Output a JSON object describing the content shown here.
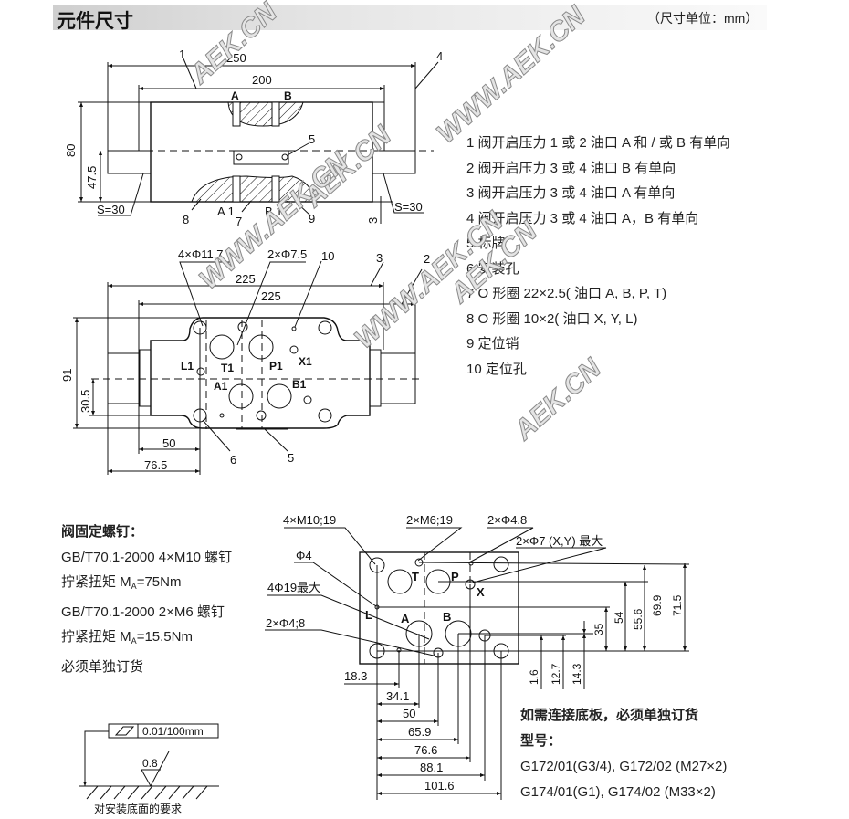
{
  "header": {
    "title": "元件尺寸",
    "unit_note": "（尺寸单位：mm）"
  },
  "watermarks": [
    "AEK.CN",
    "WWW.AEK.CN",
    "AEK.CN",
    "WWW.AEK.CN",
    "AEK.CN",
    "WWW.AEK.CN",
    "AEK.CN"
  ],
  "side_view": {
    "labels": [
      "1",
      "250",
      "200",
      "A",
      "B",
      "4",
      "80",
      "47.5",
      "5",
      "S=30",
      "S=30",
      "8",
      "A 1",
      "7",
      "B 1",
      "9",
      "3"
    ]
  },
  "top_view": {
    "labels": [
      "4×Φ11.7",
      "2×Φ7.5",
      "10",
      "3",
      "2",
      "225",
      "225",
      "91",
      "30.5",
      "L1",
      "T1",
      "P1",
      "X1",
      "A1",
      "B1",
      "50",
      "76.5",
      "6",
      "5"
    ]
  },
  "legend": [
    "1  阀开启压力 1 或 2 油口 A 和 / 或 B 有单向",
    "2  阀开启压力 3 或 4 油口 B 有单向",
    "3  阀开启压力 3 或 4 油口 A 有单向",
    "4  阀开启压力 3 或 4 油口 A，B 有单向",
    "5  标牌",
    "6  安装孔",
    "7  O 形圈 22×2.5( 油口 A, B, P, T)",
    "8  O 形圈 10×2( 油口 X, Y, L)",
    "9   定位销",
    "10 定位孔"
  ],
  "screws": {
    "title": "阀固定螺钉：",
    "line1": "GB/T70.1-2000   4×M10 螺钉",
    "torque1_prefix": "拧紧扭矩 M",
    "torque1_sub": "A",
    "torque1_value": "=75Nm",
    "line2": "GB/T70.1-2000   2×M6 螺钉",
    "torque2_prefix": "拧紧扭矩 M",
    "torque2_sub": "A",
    "torque2_value": "=15.5Nm",
    "note": "必须单独订货"
  },
  "surface": {
    "flatness": "0.01/100mm",
    "roughness": "0.8",
    "caption": "对安装底面的要求"
  },
  "interface_view": {
    "callouts": [
      "4×M10;19",
      "2×M6;19",
      "2×Φ4.8",
      "2×Φ7 (X,Y) 最大",
      "Φ4",
      "4Φ19最大",
      "2×Φ4;8"
    ],
    "ports": [
      "T",
      "P",
      "X",
      "L",
      "A",
      "B"
    ],
    "vertical_dims": [
      "35",
      "54",
      "55.6",
      "69.9",
      "71.5",
      "1.6",
      "12.7",
      "14.3"
    ],
    "horizontal_dims": [
      "18.3",
      "34.1",
      "50",
      "65.9",
      "76.6",
      "88.1",
      "101.6"
    ]
  },
  "subplate": {
    "title": "如需连接底板，必须单独订货",
    "model_label": "型号：",
    "line1": "G172/01(G3/4), G172/02 (M27×2)",
    "line2": "G174/01(G1),    G174/02 (M33×2)"
  }
}
